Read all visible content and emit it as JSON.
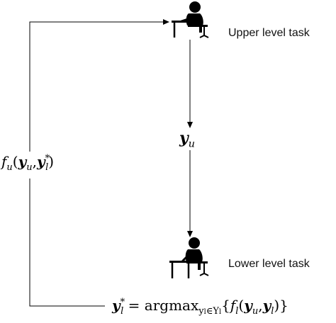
{
  "nodes": {
    "upper_label": "Upper level task",
    "lower_label": "Lower level task",
    "middle_main": "y",
    "middle_sub": "u"
  },
  "feedback": {
    "f": "f",
    "f_sub": "u",
    "open": "(",
    "y1": "y",
    "y1_sub": "u",
    "comma": ",",
    "y2": "y",
    "y2_sub": "l",
    "y2_sup": "*",
    "close": ")"
  },
  "bottom_equation": {
    "lhs_main": "y",
    "lhs_sub": "l",
    "lhs_sup": "*",
    "equals": " = ",
    "op": "argmax",
    "op_sub": "y",
    "op_sub2": "l",
    "op_sub_in": "∈Y",
    "op_sub3": "l",
    "open_brace": "{",
    "f": "f",
    "f_sub": "l",
    "open": "(",
    "a": "y",
    "a_sub": "u",
    "comma": ",",
    "b": "y",
    "b_sub": "l",
    "close": ")",
    "close_brace": "}"
  }
}
